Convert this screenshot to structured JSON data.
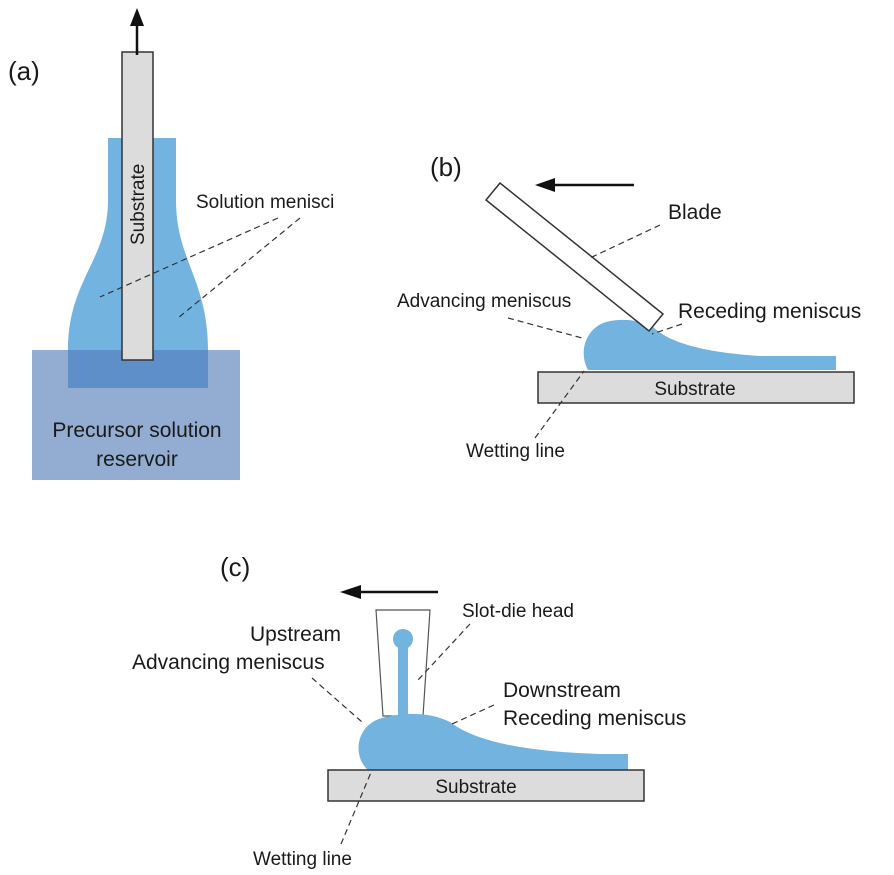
{
  "panel_a": {
    "label": "(a)",
    "substrate": "Substrate",
    "solution_menisci": "Solution menisci",
    "reservoir_line1": "Precursor solution",
    "reservoir_line2": "reservoir"
  },
  "panel_b": {
    "label": "(b)",
    "blade": "Blade",
    "advancing_meniscus": "Advancing meniscus",
    "receding_meniscus": "Receding meniscus",
    "substrate": "Substrate",
    "wetting_line": "Wetting line"
  },
  "panel_c": {
    "label": "(c)",
    "slot_die_head": "Slot-die head",
    "upstream": "Upstream",
    "advancing_meniscus": "Advancing meniscus",
    "downstream": "Downstream",
    "receding_meniscus": "Receding meniscus",
    "substrate": "Substrate",
    "wetting_line": "Wetting line"
  },
  "colors": {
    "liquid": "#72b4df",
    "reservoir": "#7f9fc9",
    "substrate_fill": "#dcdcdc"
  }
}
